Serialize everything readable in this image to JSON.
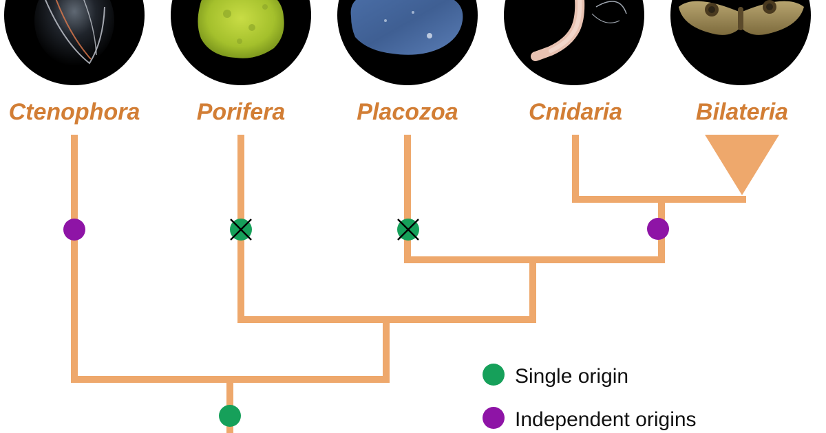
{
  "colors": {
    "tree": "#eea86c",
    "label": "#d27e35",
    "single_origin": "#16a05a",
    "independent_origins": "#8e14a6",
    "photo_background": "#000000",
    "loss_cross": "#000000"
  },
  "taxa": [
    {
      "name": "Ctenophora",
      "photo": "comb-jelly-photo"
    },
    {
      "name": "Porifera",
      "photo": "sponge-photo"
    },
    {
      "name": "Placozoa",
      "photo": "placozoan-photo"
    },
    {
      "name": "Cnidaria",
      "photo": "cnidarian-polyp-photo"
    },
    {
      "name": "Bilateria",
      "photo": "moth-photo"
    }
  ],
  "legend": {
    "single_origin": "Single origin",
    "independent_origins": "Independent origins"
  },
  "markers": [
    {
      "branch": "Ctenophora",
      "type": "independent_origins",
      "lost": false
    },
    {
      "branch": "Porifera",
      "type": "single_origin",
      "lost": true
    },
    {
      "branch": "Placozoa",
      "type": "single_origin",
      "lost": true
    },
    {
      "branch": "Cnidaria+Bilateria",
      "type": "independent_origins",
      "lost": false
    },
    {
      "branch": "root",
      "type": "single_origin",
      "lost": false
    }
  ]
}
